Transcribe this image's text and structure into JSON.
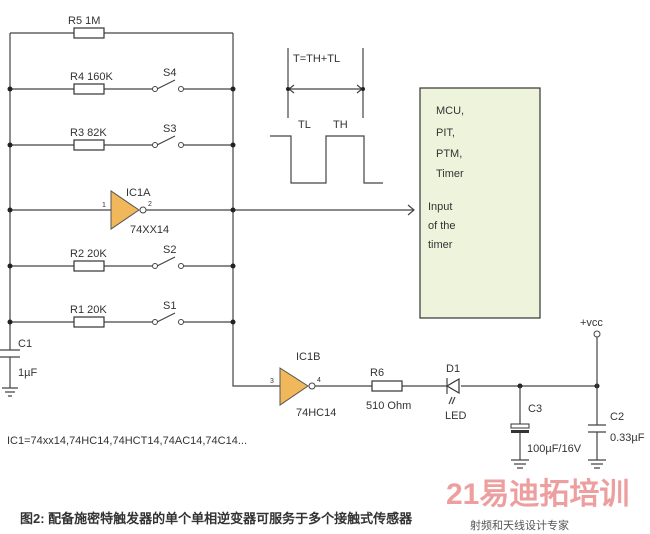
{
  "components": {
    "r5": "R5  1M",
    "r4": "R4  160K",
    "r3": "R3   82K",
    "r2": "R2 20K",
    "r1": "R1   20K",
    "s4": "S4",
    "s3": "S3",
    "s2": "S2",
    "s1": "S1",
    "ic1a": "IC1A",
    "ic1a_part": "74XX14",
    "ic1a_pin_in": "1",
    "ic1a_pin_out": "2",
    "ic1b": "IC1B",
    "ic1b_part": "74HC14",
    "ic1b_pin_in": "3",
    "ic1b_pin_out": "4",
    "c1": "C1",
    "c1_value": "1µF",
    "r6": "R6",
    "r6_value": "510  Ohm",
    "d1": "D1",
    "d1_type": "LED",
    "c3": "C3",
    "c3_value": "100µF/16V",
    "c2": "C2",
    "c2_value": "0.33µF",
    "vcc": "+vcc"
  },
  "waveform": {
    "period": "T=TH+TL",
    "tl": "TL",
    "th": "TH"
  },
  "mcu_box": {
    "lines": [
      "MCU,",
      "PIT,",
      "PTM,",
      "Timer"
    ],
    "input_lines": [
      "Input",
      "of  the",
      "timer"
    ]
  },
  "ic_note": "IC1=74xx14,74HC14,74HCT14,74AC14,74C14...",
  "caption": "图2: 配备施密特触发器的单个单相逆变器可服务于多个接触式传感器",
  "watermark": {
    "logo": "21易迪拓培训",
    "tagline": "射频和天线设计专家"
  },
  "colors": {
    "buffer_fill": "#f0b85a",
    "mcu_fill": "#eef4dc"
  }
}
